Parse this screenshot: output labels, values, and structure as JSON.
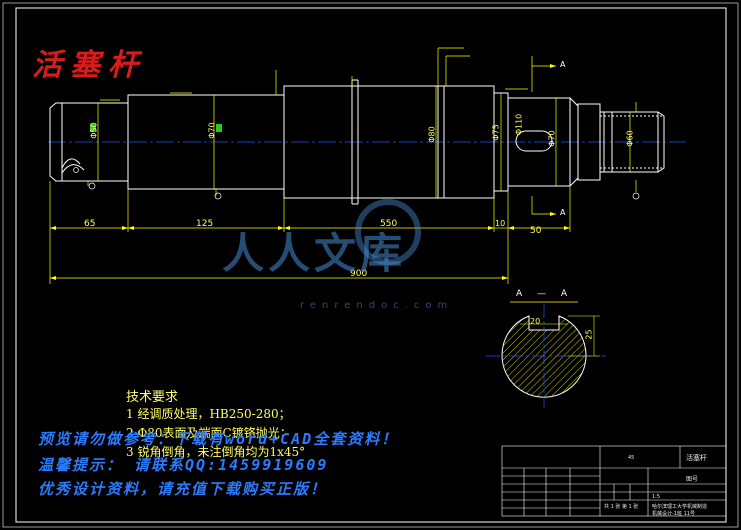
{
  "title": "活塞杆",
  "dimensions": {
    "d_left": "Φ50",
    "d_main": "Φ70",
    "d_collar": "Φ80",
    "d_body": "Φ75",
    "d_groove": "Φ110",
    "d_neck": "Φ70",
    "d_thread": "Φ60",
    "len_65": "65",
    "len_125": "125",
    "len_550": "550",
    "len_10": "10",
    "len_50": "50",
    "len_total": "900",
    "sec_20": "20",
    "sec_25": "25"
  },
  "section": {
    "label": "A — A",
    "mark": "A"
  },
  "tech_requirements": {
    "heading": "技术要求",
    "items": [
      "1 经调质处理，HB250-280；",
      "2 Φ80表面及端面C镀铬抛光；",
      "3 锐角倒角，未注倒角均为1x45°"
    ]
  },
  "promo": {
    "line1": "预览请勿做参考：下载有word+CAD全套资料！",
    "line2": "温馨提示：  请联系QQ:1459919609",
    "line3": "优秀设计资料，请充值下载购买正版！"
  },
  "watermark": {
    "brand": "人人文库",
    "url": "renrendoc.com"
  },
  "title_block": {
    "part_name": "活塞杆",
    "material": "45",
    "drawing_no": "图号",
    "scale": "1:5",
    "sheet": "共 1 张  第 1 张",
    "school": "哈尔滨理工大学机械制造",
    "class": "机械设计-1班  11号"
  },
  "colors": {
    "outline": "#ffffff",
    "dimension": "#ffff00",
    "centerline": "#2b50ff",
    "hatch": "#ffff00",
    "title_red": "#d81b1b",
    "tech_text": "#ffff66",
    "promo": "#2b7bff",
    "tolerance_mark": "#22cc22"
  }
}
